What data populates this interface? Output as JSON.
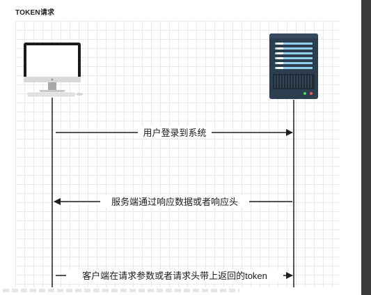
{
  "title": "TOKEN请求",
  "icons": {
    "client": "desktop-computer-icon",
    "server": "server-rack-icon"
  },
  "messages": [
    {
      "label": "用户登录到系统",
      "direction": "client-to-server"
    },
    {
      "label": "服务端通过响应数据或者响应头",
      "direction": "server-to-client"
    },
    {
      "label": "客户端在请求参数或者请求头带上返回的token",
      "direction": "client-to-server"
    }
  ],
  "colors": {
    "line": "#1f1f1f",
    "server_body": "#2c3e4f",
    "server_accent": "#8fd0ea",
    "monitor": "#1b1b1b"
  }
}
